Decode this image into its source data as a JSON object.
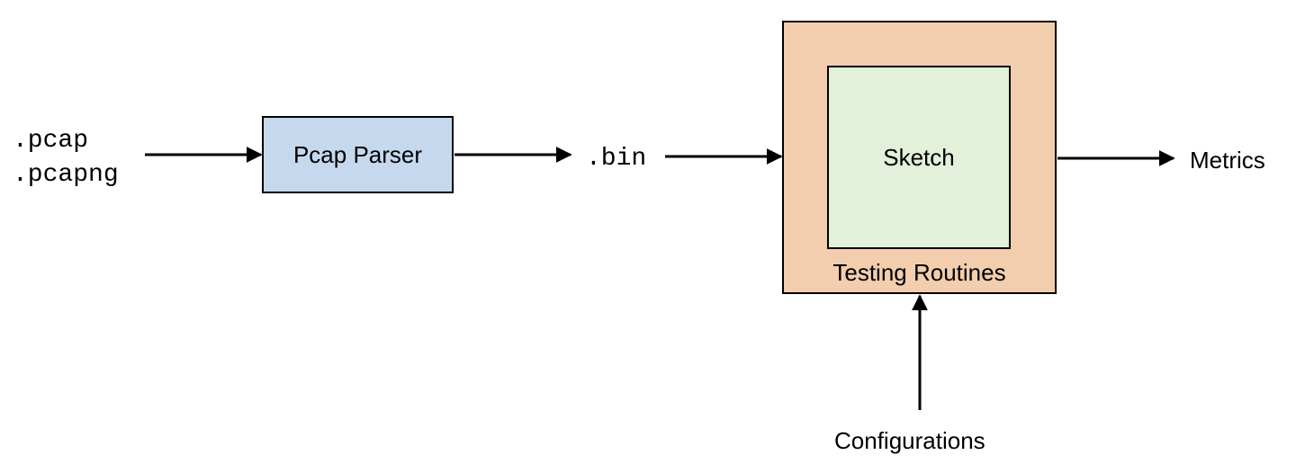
{
  "inputs": [
    ".pcap",
    ".pcapng"
  ],
  "parser_label": "Pcap Parser",
  "intermediate_label": ".bin",
  "outer_box_label": "Testing Routines",
  "inner_box_label": "Sketch",
  "output_label": "Metrics",
  "config_label": "Configurations",
  "colors": {
    "parser_fill": "#c5d8ee",
    "outer_fill": "#f2ceae",
    "inner_fill": "#e3f0da"
  }
}
